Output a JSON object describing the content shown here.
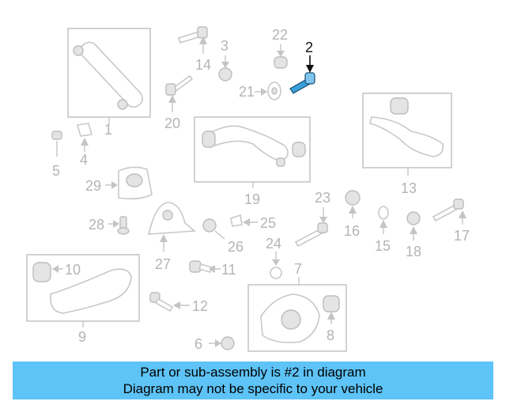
{
  "highlight_color": "#111111",
  "part_color": "#c4c4c4",
  "banner": {
    "color": "#5ec3f6",
    "line1": "Part or sub-assembly is #2 in diagram",
    "line2": "Diagram may not be specific to your vehicle"
  },
  "callouts": {
    "c1": "1",
    "c2": "2",
    "c3": "3",
    "c4": "4",
    "c5": "5",
    "c6": "6",
    "c7": "7",
    "c8": "8",
    "c9": "9",
    "c10": "10",
    "c11": "11",
    "c12": "12",
    "c13": "13",
    "c14": "14",
    "c15": "15",
    "c16": "16",
    "c17": "17",
    "c18": "18",
    "c19": "19",
    "c20": "20",
    "c21": "21",
    "c22": "22",
    "c23": "23",
    "c24": "24",
    "c25": "25",
    "c26": "26",
    "c27": "27",
    "c28": "28",
    "c29": "29"
  },
  "highlighted_part": "2"
}
